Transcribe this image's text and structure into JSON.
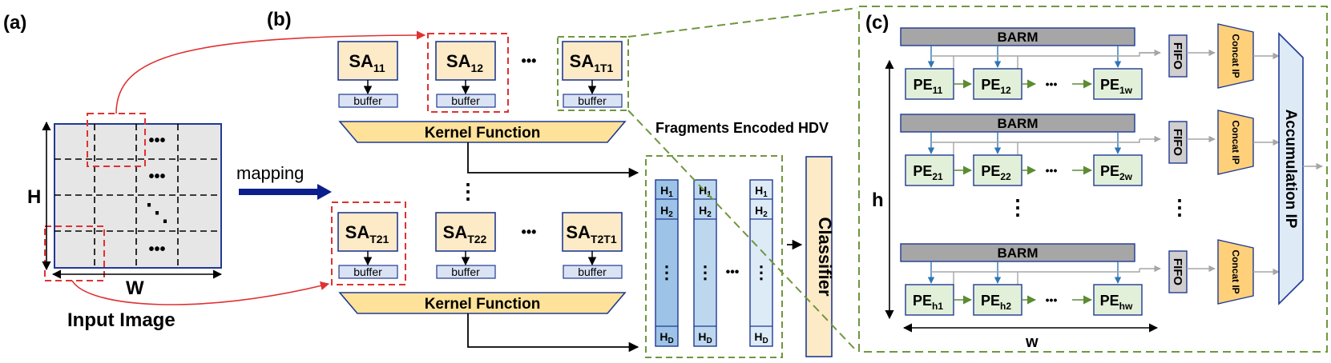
{
  "panels": {
    "a": "(a)",
    "b": "(b)",
    "c": "(c)"
  },
  "input_image": {
    "label": "Input Image",
    "height_label": "H",
    "width_label": "W",
    "dots_h": "•••",
    "dots_diag": "⋱"
  },
  "mapping_label": "mapping",
  "group1": {
    "arrays": [
      {
        "base": "SA",
        "sub": "11"
      },
      {
        "base": "SA",
        "sub": "12"
      },
      {
        "base": "SA",
        "sub": "1T1"
      }
    ],
    "buffer_label": "buffer",
    "kernel_label": "Kernel Function"
  },
  "group2": {
    "arrays": [
      {
        "base": "SA",
        "sub": "T21"
      },
      {
        "base": "SA",
        "sub": "T22"
      },
      {
        "base": "SA",
        "sub": "T2T1"
      }
    ],
    "buffer_label": "buffer",
    "kernel_label": "Kernel Function"
  },
  "ellipsis_h": "•••",
  "ellipsis_v": "⋮",
  "hdv": {
    "title": "Fragments Encoded HDV",
    "h1": {
      "base": "H",
      "sub": "1"
    },
    "h2": {
      "base": "H",
      "sub": "2"
    },
    "hd": {
      "base": "H",
      "sub": "D"
    }
  },
  "classifier_label": "Classifier",
  "colors": {
    "sa_fill": "#FDEBC8",
    "buffer_fill": "#DAE3F3",
    "kernel_fill": "#FFE29A",
    "pe_fill": "#E2F0D9",
    "barm_fill": "#A6A6A6",
    "fifo_fill": "#D0CECE",
    "accum_fill": "#DEEBF7",
    "navy": "#1F3A93",
    "red": "#E03131",
    "green_dash": "#70963F",
    "pe_arrow": "#5B8C32",
    "blue_arrow": "#2E75B6",
    "hdv_dark": "#9DC3E6",
    "hdv_mid": "#BDD7EE",
    "hdv_light": "#DDEBF7"
  },
  "pe_panel": {
    "barm_label": "BARM",
    "fifo_label": "FIFO",
    "concat_label": "Concat IP",
    "accum_label": "Accumulation IP",
    "h_label": "h",
    "w_label": "w",
    "rows": [
      [
        {
          "base": "PE",
          "sub": "11"
        },
        {
          "base": "PE",
          "sub": "12"
        },
        {
          "base": "PE",
          "sub": "1w"
        }
      ],
      [
        {
          "base": "PE",
          "sub": "21"
        },
        {
          "base": "PE",
          "sub": "22"
        },
        {
          "base": "PE",
          "sub": "2w"
        }
      ],
      [
        {
          "base": "PE",
          "sub": "h1"
        },
        {
          "base": "PE",
          "sub": "h2"
        },
        {
          "base": "PE",
          "sub": "hw"
        }
      ]
    ]
  }
}
